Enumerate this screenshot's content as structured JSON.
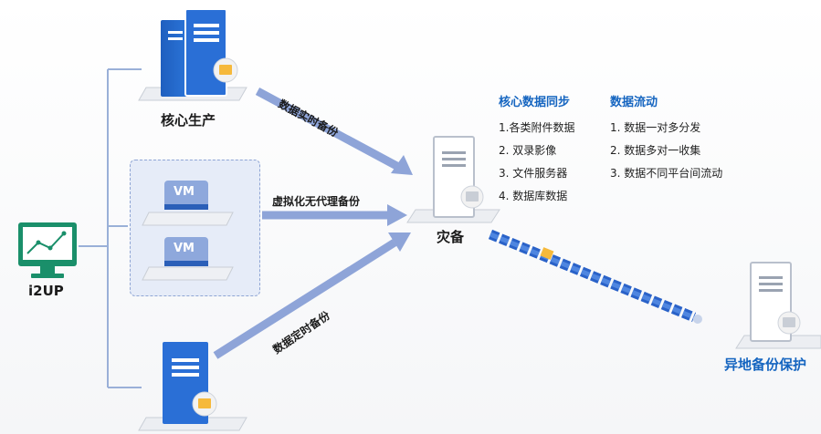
{
  "nodes": {
    "core_production": "核心生产",
    "i2up": "i2UP",
    "disaster_backup": "灾备",
    "remote_backup": "异地备份保护",
    "vm1": "VM",
    "vm2": "VM"
  },
  "arrows": {
    "realtime": "数据实时备份",
    "agentless": "虚拟化无代理备份",
    "scheduled": "数据定时备份"
  },
  "core_sync": {
    "title": "核心数据同步",
    "items": [
      "1.各类附件数据",
      "2. 双录影像",
      "3. 文件服务器",
      "4. 数据库数据"
    ]
  },
  "data_flow": {
    "title": "数据流动",
    "items": [
      "1. 数据一对多分发",
      "2. 数据多对一收集",
      "3. 数据不同平台间流动"
    ]
  }
}
